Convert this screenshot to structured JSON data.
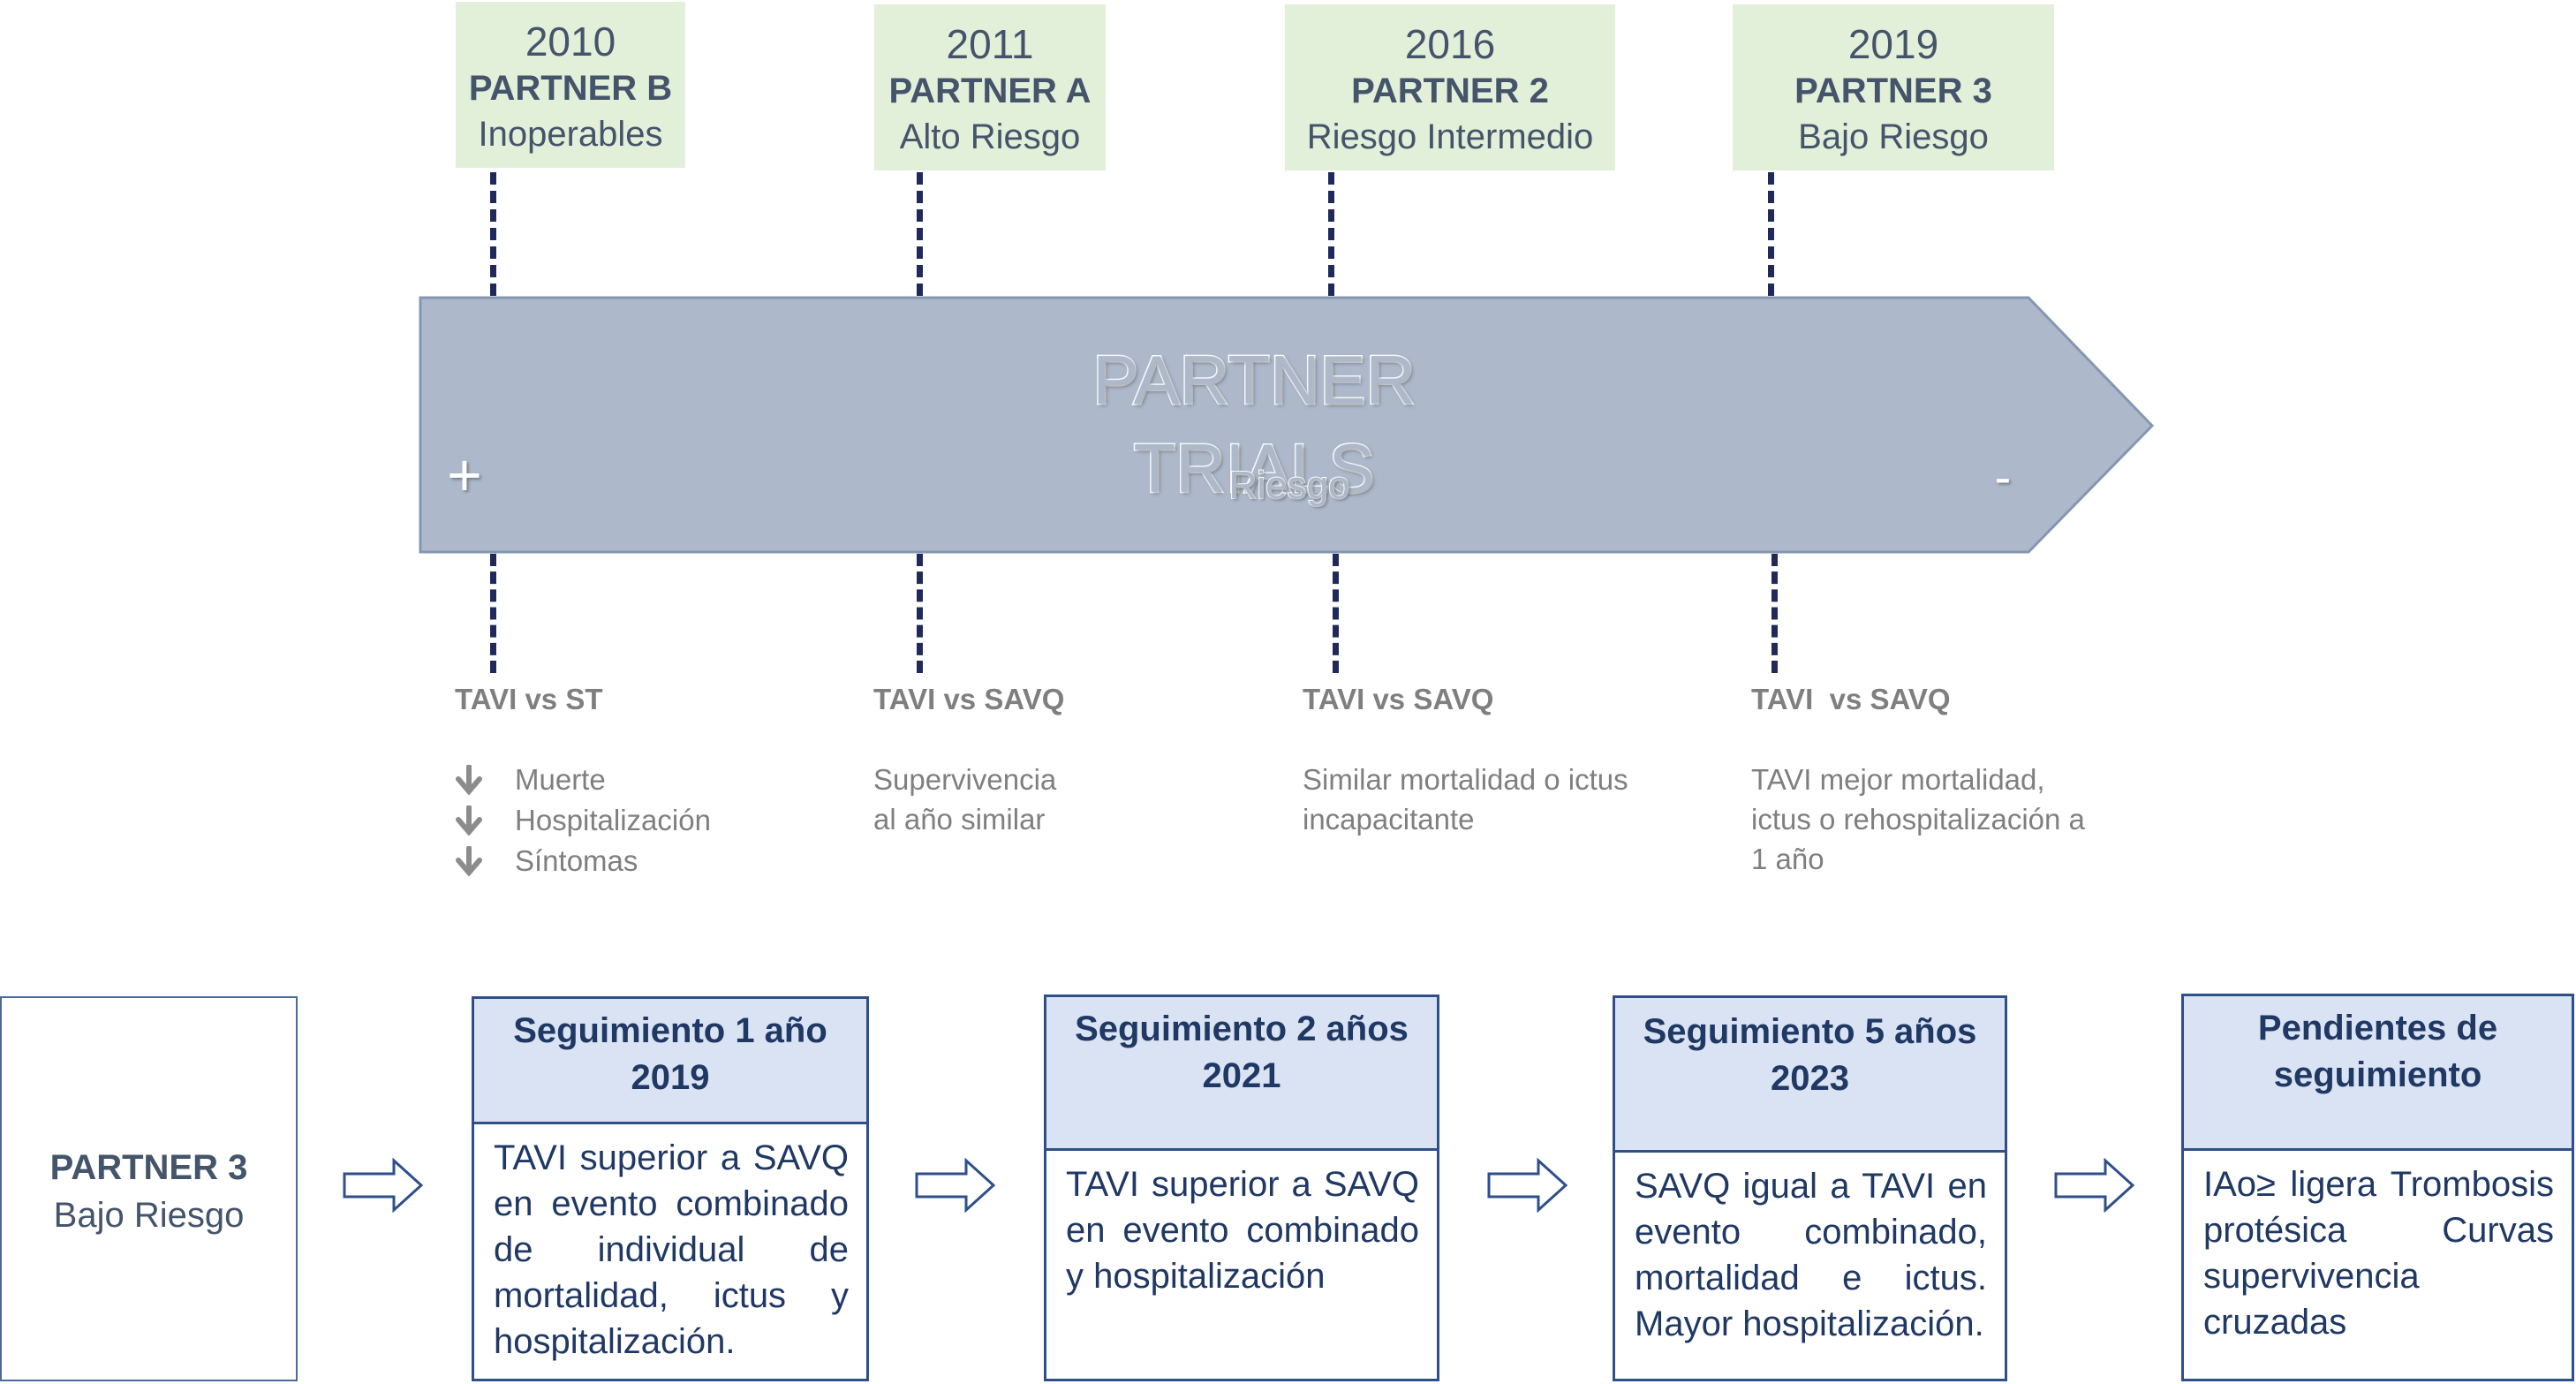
{
  "trials": [
    {
      "year": "2010",
      "name": "PARTNER B",
      "risk": "Inoperables"
    },
    {
      "year": "2011",
      "name": "PARTNER A",
      "risk": "Alto Riesgo"
    },
    {
      "year": "2016",
      "name": "PARTNER 2",
      "risk": "Riesgo Intermedio"
    },
    {
      "year": "2019",
      "name": "PARTNER 3",
      "risk": "Bajo Riesgo"
    }
  ],
  "arrow": {
    "title": "PARTNER TRIALS",
    "subtitle": "Riesgo",
    "plus": "+",
    "minus": "-",
    "fill": "#adb9ca",
    "border": "#8497b0"
  },
  "comparisons": [
    "TAVI vs ST",
    "TAVI vs SAVQ",
    "TAVI vs SAVQ",
    "TAVI  vs SAVQ"
  ],
  "outcomes": {
    "b_bullets": [
      {
        "icon": "down-arrow-icon",
        "text": "Muerte"
      },
      {
        "icon": "down-arrow-icon",
        "text": "Hospitalización"
      },
      {
        "icon": "down-arrow-icon",
        "text": "Síntomas"
      }
    ],
    "a_lines": [
      "Supervivencia",
      "al año similar"
    ],
    "p2_lines": [
      "Similar mortalidad o ictus",
      "incapacitante"
    ],
    "p3_lines": [
      "TAVI mejor mortalidad,",
      "ictus o rehospitalización a",
      "1 año"
    ]
  },
  "bottom": {
    "partner_title": "PARTNER 3",
    "partner_subtitle": "Bajo Riesgo",
    "followups": [
      {
        "header1": "Seguimiento 1 año",
        "header2": "2019",
        "body": "TAVI superior a SAVQ en evento combinado de individual de mortalidad, ictus y hospitalización."
      },
      {
        "header1": "Seguimiento 2 años",
        "header2": "2021",
        "body": "TAVI superior a SAVQ en evento combinado y hospitalización"
      },
      {
        "header1": "Seguimiento 5 años",
        "header2": "2023",
        "body": "SAVQ igual a TAVI en evento combinado, mortalidad e ictus. Mayor hospitalización."
      },
      {
        "header1": "Pendientes de",
        "header2": "seguimiento",
        "body": "IAo≥ ligera Trombosis protésica Curvas supervivencia cruzadas"
      }
    ]
  },
  "colors": {
    "trial_box": "#e2efd9",
    "dash": "#1f2a5a",
    "header_fill": "#dae3f3",
    "box_border": "#2f4f8a",
    "text_dark": "#1f3864",
    "text_gray": "#7f7f7f"
  }
}
